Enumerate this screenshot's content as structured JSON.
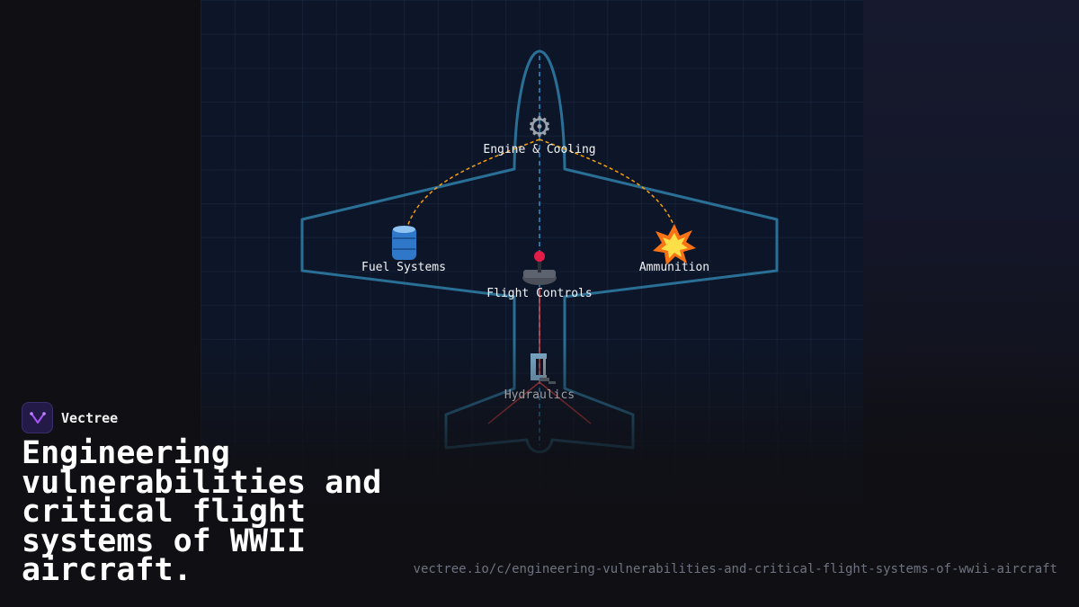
{
  "brand": {
    "name": "Vectree"
  },
  "title": "Engineering vulnerabilities and critical flight systems of WWII aircraft.",
  "url": "vectree.io/c/engineering-vulnerabilities-and-critical-flight-systems-of-wwii-aircraft",
  "nodes": {
    "engine": {
      "label": "Engine & Cooling",
      "icon": "gear-icon"
    },
    "fuel": {
      "label": "Fuel Systems",
      "icon": "fuel-barrel-icon"
    },
    "controls": {
      "label": "Flight Controls",
      "icon": "joystick-icon"
    },
    "ammo": {
      "label": "Ammunition",
      "icon": "explosion-icon"
    },
    "hydraulics": {
      "label": "Hydraulics",
      "icon": "clamp-icon"
    }
  },
  "colors": {
    "outline": "#38bdf8",
    "dashed_link": "#f59e0b",
    "control_link": "#ef4444",
    "background": "#101014",
    "panel": "#0d1628"
  }
}
